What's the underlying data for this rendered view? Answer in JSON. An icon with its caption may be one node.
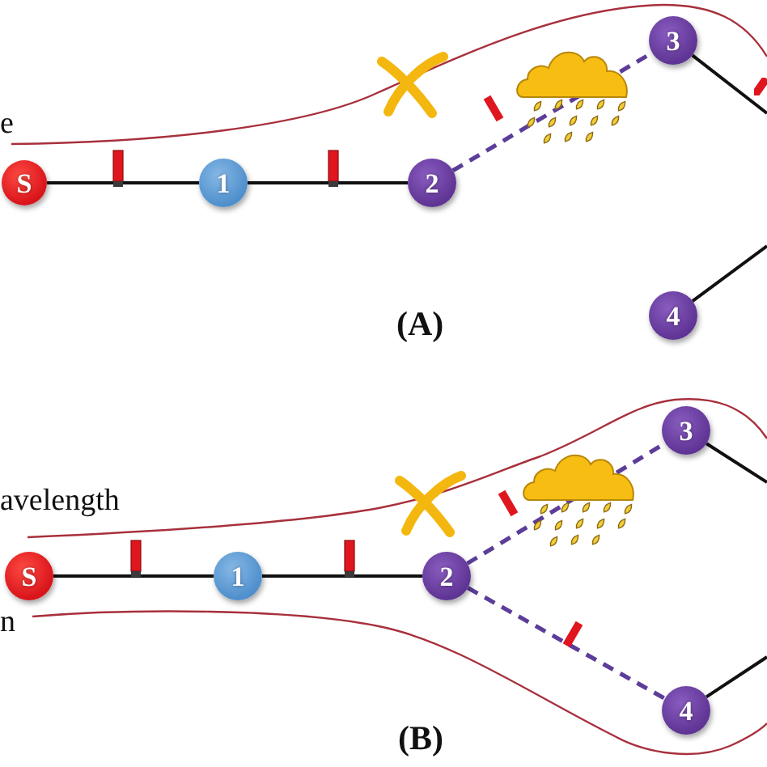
{
  "diagram": {
    "nodes": [
      {
        "text": [
          "S"
        ]
      },
      {
        "text": [
          "1"
        ]
      },
      {
        "text": [
          "2"
        ]
      },
      {
        "text": [
          "3"
        ]
      },
      {
        "text": [
          "4"
        ]
      },
      {
        "text": [
          "S"
        ]
      },
      {
        "text": [
          "1"
        ]
      },
      {
        "text": [
          "2"
        ]
      },
      {
        "text": [
          "3"
        ]
      },
      {
        "text": [
          "4"
        ]
      }
    ],
    "edges": [
      {
        "from": 0,
        "to": 1,
        "arrow": "none"
      },
      {
        "from": 1,
        "to": 2,
        "arrow": "none"
      },
      {
        "from": 2,
        "to": 3,
        "arrow": "none",
        "style": "dashed",
        "color": "#5c3d99"
      },
      {
        "from": 3,
        "to": null,
        "arrow": "none"
      },
      {
        "from": 4,
        "to": null,
        "arrow": "none"
      },
      {
        "from": 5,
        "to": 6,
        "arrow": "none"
      },
      {
        "from": 6,
        "to": 7,
        "arrow": "none"
      },
      {
        "from": 7,
        "to": 8,
        "arrow": "none",
        "style": "dashed",
        "color": "#5c3d99"
      },
      {
        "from": 7,
        "to": 9,
        "arrow": "none",
        "style": "dashed",
        "color": "#5c3d99"
      },
      {
        "from": 8,
        "to": null,
        "arrow": "none"
      },
      {
        "from": 9,
        "to": null,
        "arrow": "none"
      }
    ],
    "labels": [
      "e",
      "(A)",
      "avelength",
      "n",
      "(B)"
    ]
  }
}
